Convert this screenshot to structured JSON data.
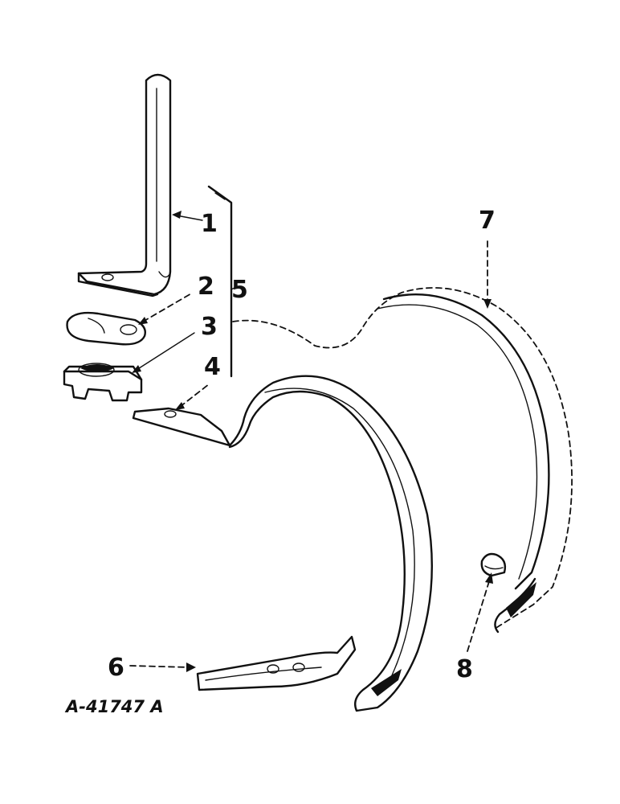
{
  "figure": {
    "reference_number": "A-41747 A",
    "callouts": [
      {
        "id": "1",
        "label": "1"
      },
      {
        "id": "2",
        "label": "2"
      },
      {
        "id": "3",
        "label": "3"
      },
      {
        "id": "4",
        "label": "4"
      },
      {
        "id": "5",
        "label": "5"
      },
      {
        "id": "6",
        "label": "6"
      },
      {
        "id": "7",
        "label": "7"
      },
      {
        "id": "8",
        "label": "8"
      }
    ]
  },
  "colors": {
    "ink": "#111111",
    "paper": "#ffffff"
  }
}
